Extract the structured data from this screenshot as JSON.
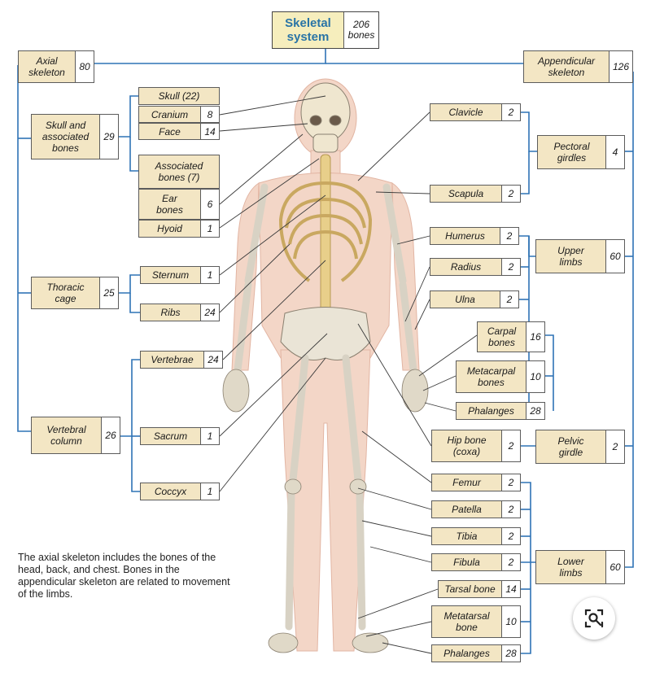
{
  "header": {
    "name": "Skeletal\nsystem",
    "count": "206\nbones"
  },
  "axial": {
    "main": {
      "name": "Axial\nskeleton",
      "count": "80"
    },
    "skull_group": {
      "name": "Skull and\nassociated\nbones",
      "count": "29"
    },
    "skull": {
      "name": "Skull (22)"
    },
    "cranium": {
      "name": "Cranium",
      "count": "8"
    },
    "face": {
      "name": "Face",
      "count": "14"
    },
    "associated": {
      "name": "Associated\nbones (7)"
    },
    "ear": {
      "name": "Ear\nbones",
      "count": "6"
    },
    "hyoid": {
      "name": "Hyoid",
      "count": "1"
    },
    "thoracic": {
      "name": "Thoracic\ncage",
      "count": "25"
    },
    "sternum": {
      "name": "Sternum",
      "count": "1"
    },
    "ribs": {
      "name": "Ribs",
      "count": "24"
    },
    "vertebral": {
      "name": "Vertebral\ncolumn",
      "count": "26"
    },
    "vertebrae": {
      "name": "Vertebrae",
      "count": "24"
    },
    "sacrum": {
      "name": "Sacrum",
      "count": "1"
    },
    "coccyx": {
      "name": "Coccyx",
      "count": "1"
    }
  },
  "appendicular": {
    "main": {
      "name": "Appendicular\nskeleton",
      "count": "126"
    },
    "pectoral": {
      "name": "Pectoral\ngirdles",
      "count": "4"
    },
    "clavicle": {
      "name": "Clavicle",
      "count": "2"
    },
    "scapula": {
      "name": "Scapula",
      "count": "2"
    },
    "upper": {
      "name": "Upper\nlimbs",
      "count": "60"
    },
    "humerus": {
      "name": "Humerus",
      "count": "2"
    },
    "radius": {
      "name": "Radius",
      "count": "2"
    },
    "ulna": {
      "name": "Ulna",
      "count": "2"
    },
    "carpal": {
      "name": "Carpal\nbones",
      "count": "16"
    },
    "metacarpal": {
      "name": "Metacarpal\nbones",
      "count": "10"
    },
    "phalanges_hand": {
      "name": "Phalanges",
      "count": "28"
    },
    "pelvic": {
      "name": "Pelvic\ngirdle",
      "count": "2"
    },
    "hip": {
      "name": "Hip bone\n(coxa)",
      "count": "2"
    },
    "lower": {
      "name": "Lower\nlimbs",
      "count": "60"
    },
    "femur": {
      "name": "Femur",
      "count": "2"
    },
    "patella": {
      "name": "Patella",
      "count": "2"
    },
    "tibia": {
      "name": "Tibia",
      "count": "2"
    },
    "fibula": {
      "name": "Fibula",
      "count": "2"
    },
    "tarsal": {
      "name": "Tarsal bone",
      "count": "14"
    },
    "metatarsal": {
      "name": "Metatarsal\nbone",
      "count": "10"
    },
    "phalanges_foot": {
      "name": "Phalanges",
      "count": "28"
    }
  },
  "caption": "The axial skeleton includes the bones of the head, back, and chest. Bones in the appendicular skeleton are related to movement of the limbs.",
  "colors": {
    "connector": "#2f73b5",
    "box_fill": "#f3e6c4",
    "header_text": "#2a74a6",
    "bone": "#efe6cf",
    "body": "#f3d6c7"
  },
  "icons": {
    "zoom": "visual-search-icon"
  }
}
